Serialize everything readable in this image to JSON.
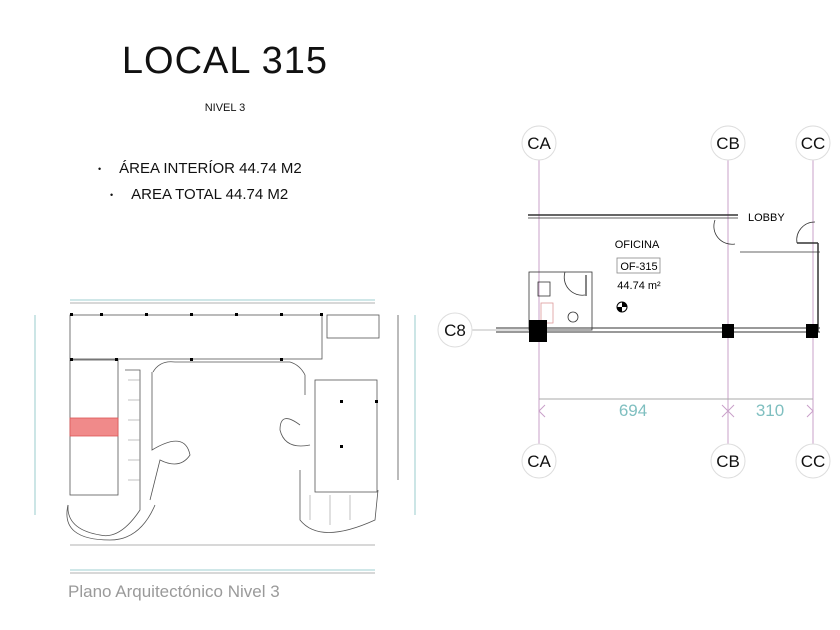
{
  "header": {
    "title": "LOCAL 315",
    "level": "NIVEL 3"
  },
  "areas": [
    {
      "label": "ÁREA INTERÍOR 44.74 M2"
    },
    {
      "label": "AREA TOTAL  44.74 M2"
    }
  ],
  "unit_plan": {
    "grid_top": [
      "CA",
      "CB",
      "CC"
    ],
    "grid_bottom": [
      "CA",
      "CB",
      "CC"
    ],
    "grid_row": "C8",
    "lobby_label": "LOBBY",
    "room_name": "OFICINA",
    "room_code": "OF-315",
    "room_area": "44.74 m²",
    "dimensions": [
      "694",
      "310"
    ],
    "colors": {
      "dimension": "#7fbfc0",
      "gridline": "#c9a0c9",
      "highlight": "#f08a8a"
    }
  },
  "site_plan": {
    "caption": "Plano Arquitectónico Nivel 3",
    "highlighted_unit": "315"
  }
}
